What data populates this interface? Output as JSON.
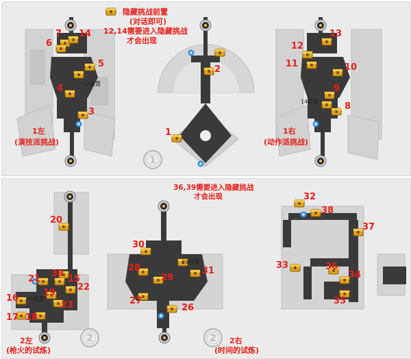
{
  "top_panel": {
    "legend": {
      "icon": "chest-icon",
      "line1": "隐藏挑战前置",
      "line2": "(对话即可)",
      "line3": "12,14需要进入隐藏挑战",
      "line4": "才会出现"
    },
    "left_map": {
      "caption_line1": "1左",
      "caption_line2": "(演技派挑战)",
      "marker_numbers": [
        "7",
        "14",
        "6",
        "5",
        "4",
        "3"
      ],
      "prereq_label": "12前置"
    },
    "center_map": {
      "marker_numbers": [
        "2",
        "1"
      ]
    },
    "right_map": {
      "caption_line1": "1右",
      "caption_line2": "(动作派挑战)",
      "marker_numbers": [
        "13",
        "12",
        "11",
        "10",
        "9",
        "8"
      ],
      "prereq_label": "14前置"
    },
    "floor_badge": "1"
  },
  "bottom_panel": {
    "note_line1": "36,39需要进入隐藏挑战",
    "note_line2": "才会出现",
    "left_map": {
      "caption_line1": "2左",
      "caption_line2": "(枪火的试炼)",
      "marker_numbers": [
        "20",
        "39",
        "21",
        "15",
        "22",
        "19",
        "16",
        "23",
        "17",
        "18"
      ],
      "prereq_label": "36前置"
    },
    "center_map": {
      "caption_line1": "2右",
      "caption_line2": "(时间的试炼)",
      "marker_numbers": [
        "30",
        "28",
        "29",
        "31",
        "27",
        "26"
      ],
      "prereq_label": "39前置"
    },
    "right_map": {
      "marker_numbers": [
        "32",
        "38",
        "37",
        "33",
        "36",
        "34",
        "35"
      ]
    },
    "floor_badge_left": "2",
    "floor_badge_right": "2"
  },
  "colors": {
    "marker_label": "#e8201a",
    "chest": "#e0a21f",
    "floor": "#3a3a3a",
    "background": "#ebebeb",
    "waypoint": "#2f8de4"
  }
}
